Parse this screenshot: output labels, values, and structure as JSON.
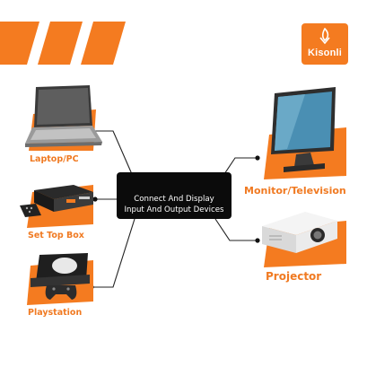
{
  "brand": {
    "name": "Kisonli",
    "color": "#f47b20"
  },
  "colors": {
    "accent": "#f47b20",
    "hub": "#0b0b0b",
    "label": "#f07a22"
  },
  "hub": {
    "line1": "Connect And Display",
    "line2": "Input And Output Devices",
    "icon": "hdmi-cable-icon"
  },
  "inputs": [
    {
      "label": "Laptop/PC",
      "icon": "laptop-icon"
    },
    {
      "label": "Set Top Box",
      "icon": "set-top-box-icon"
    },
    {
      "label": "Playstation",
      "icon": "playstation-icon"
    }
  ],
  "outputs": [
    {
      "label": "Monitor/Television",
      "icon": "monitor-icon"
    },
    {
      "label": "Projector",
      "icon": "projector-icon"
    }
  ]
}
